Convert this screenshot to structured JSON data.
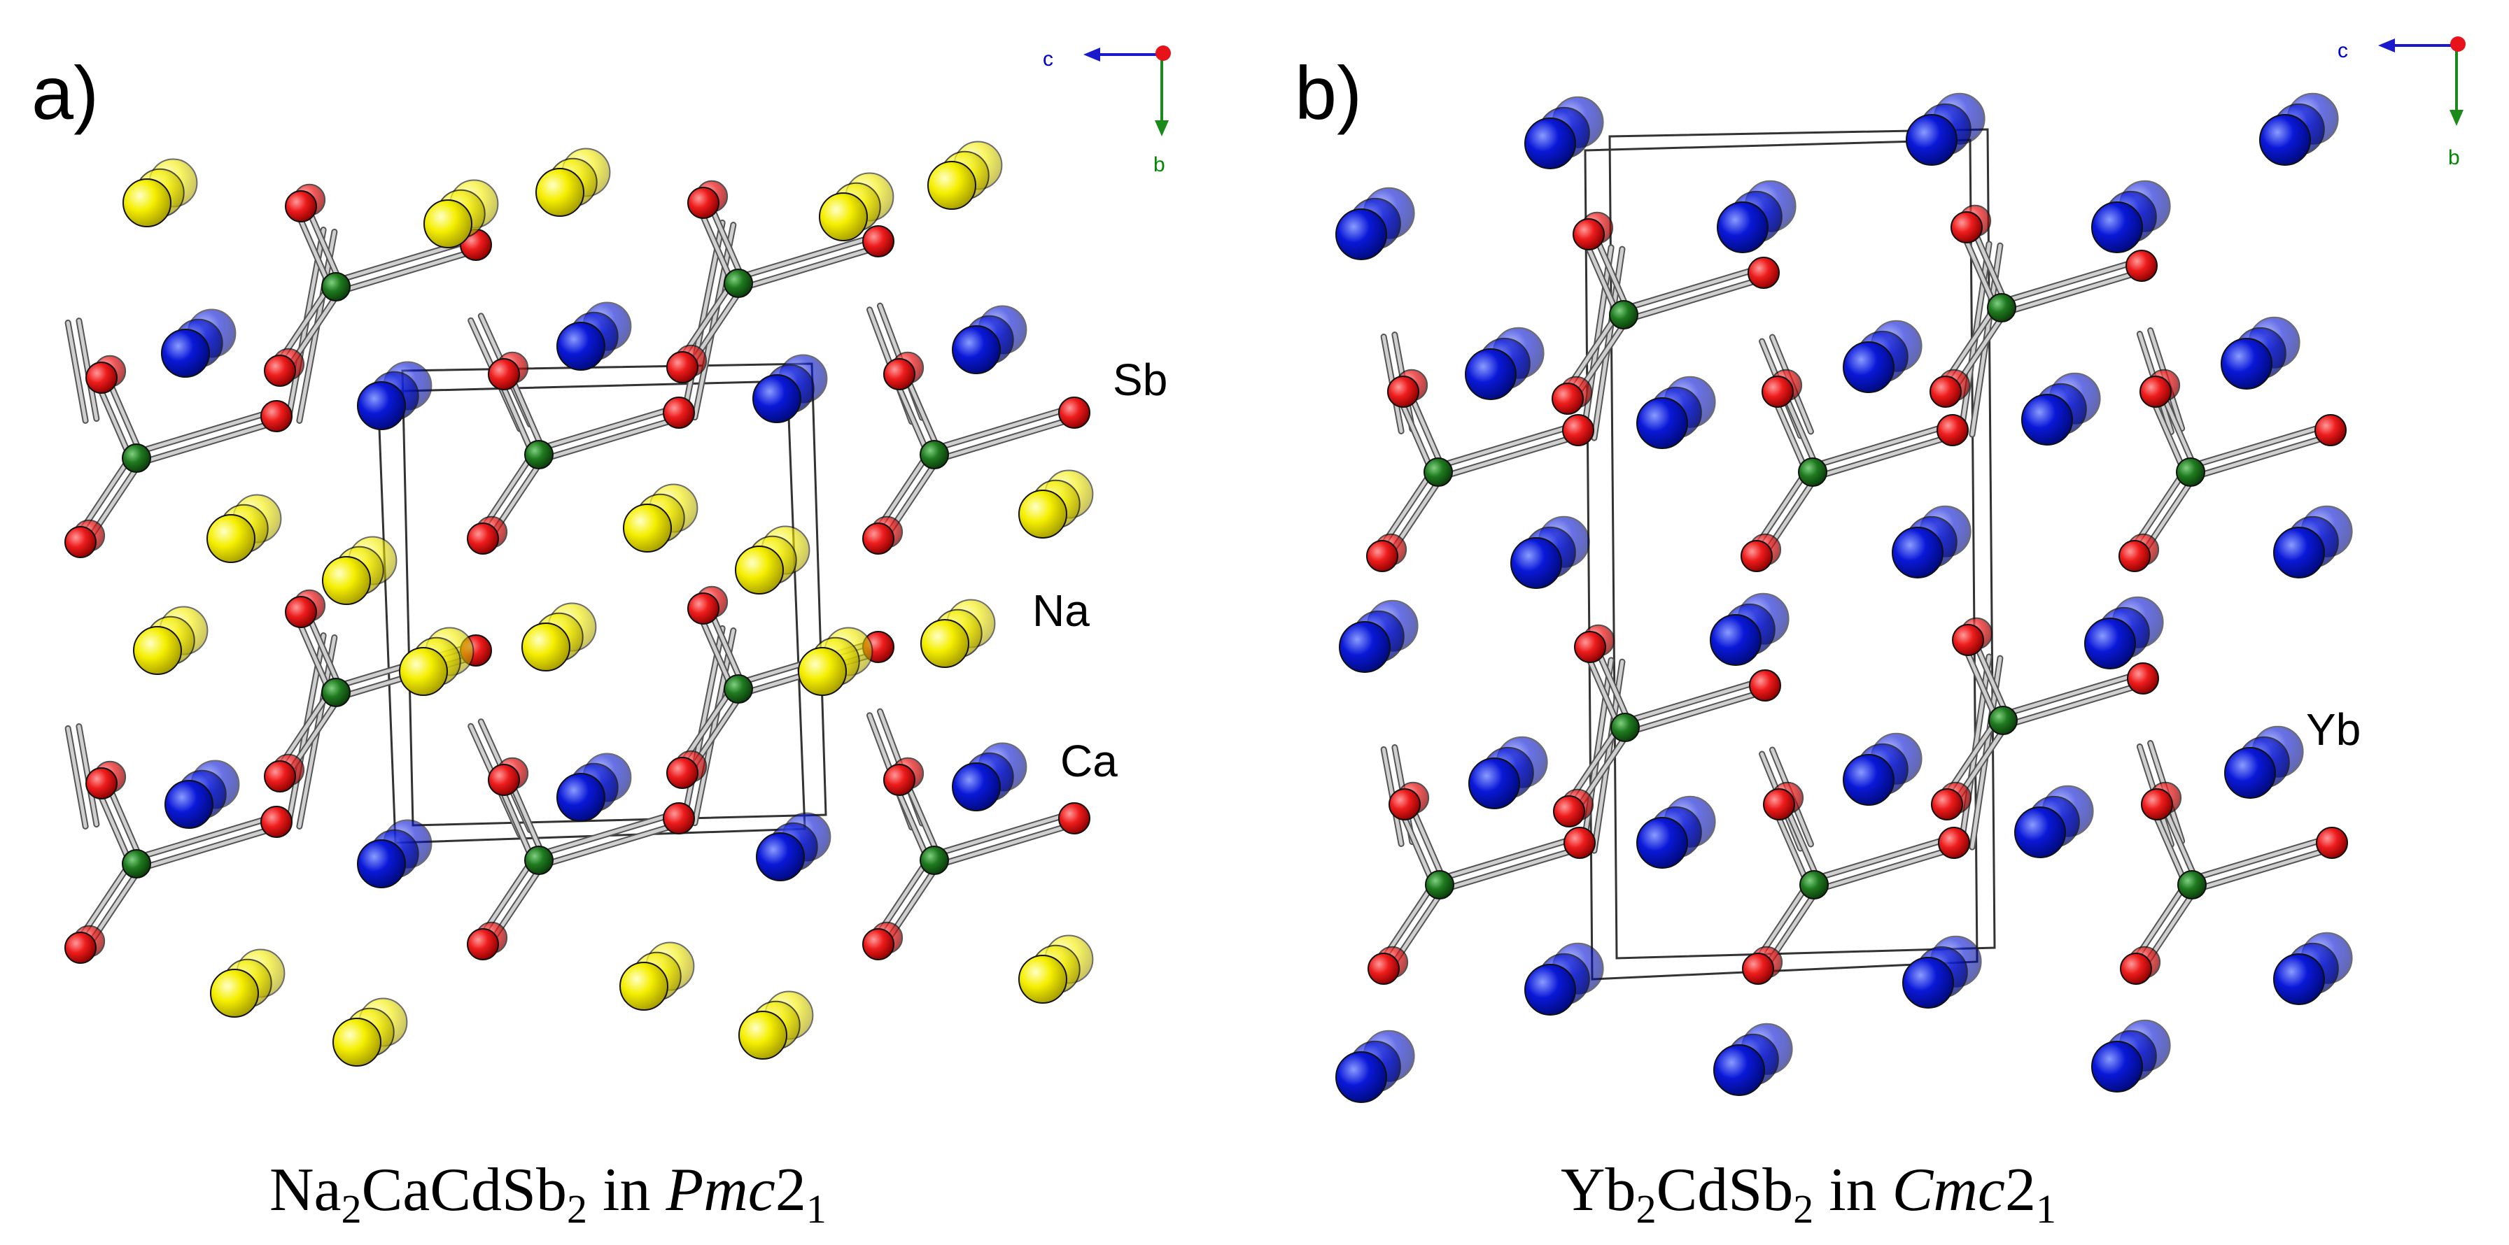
{
  "panels": [
    {
      "id": "a",
      "letter": "a)",
      "labels": {
        "sb": "Sb",
        "na": "Na",
        "ca": "Ca"
      },
      "caption": {
        "formula_parts": [
          "Na",
          "2",
          "CaCdSb",
          "2",
          " in "
        ],
        "space_group": [
          "Pmc",
          "2",
          "1"
        ]
      },
      "axes": {
        "c": "c",
        "b": "b"
      }
    },
    {
      "id": "b",
      "letter": "b)",
      "labels": {
        "yb": "Yb"
      },
      "caption": {
        "formula_parts": [
          "Yb",
          "2",
          "CdSb",
          "2",
          " in "
        ],
        "space_group": [
          "Cmc",
          "2",
          "1"
        ]
      },
      "axes": {
        "c": "c",
        "b": "b"
      }
    }
  ],
  "atom_colors": {
    "Sb": "#e8121b",
    "Cd": "#1f7a1f",
    "Ca": "#0a14d6",
    "Yb": "#0a14d6",
    "Na": "#f2ee05",
    "bond": "#bdbdbd",
    "axis_c": "#1a1acc",
    "axis_b": "#1a8a1a",
    "axis_origin": "#e8121b"
  }
}
